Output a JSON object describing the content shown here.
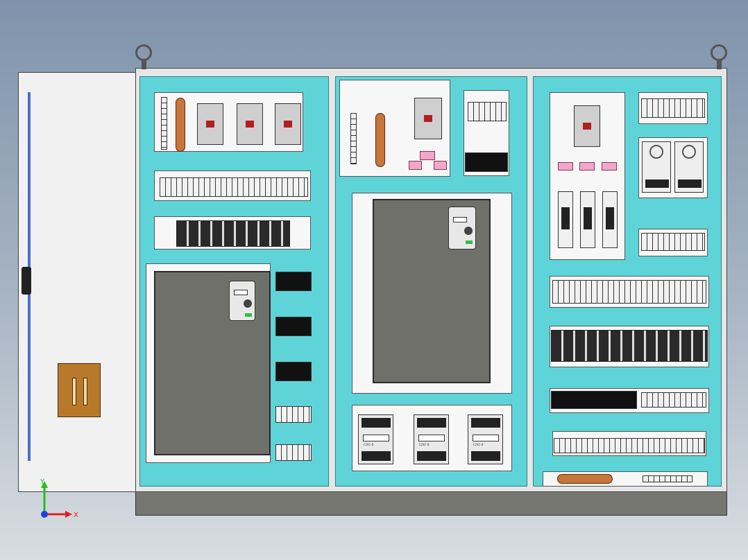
{
  "axes": {
    "x_label": "X",
    "y_label": "Y"
  },
  "contactors": [
    {
      "label": "CJX2-D"
    },
    {
      "label": "CJX2-D"
    },
    {
      "label": "CJX2-D"
    }
  ],
  "colors": {
    "panel_cyan": "#5fd4d8",
    "cabinet": "#f4f4f4",
    "vfd_body": "#6f706a",
    "copper": "#c8753a",
    "pink_indicator": "#f4a6c8",
    "door_handle": "#b87a2a",
    "axis_x": "#e02020",
    "axis_y": "#20c020"
  }
}
